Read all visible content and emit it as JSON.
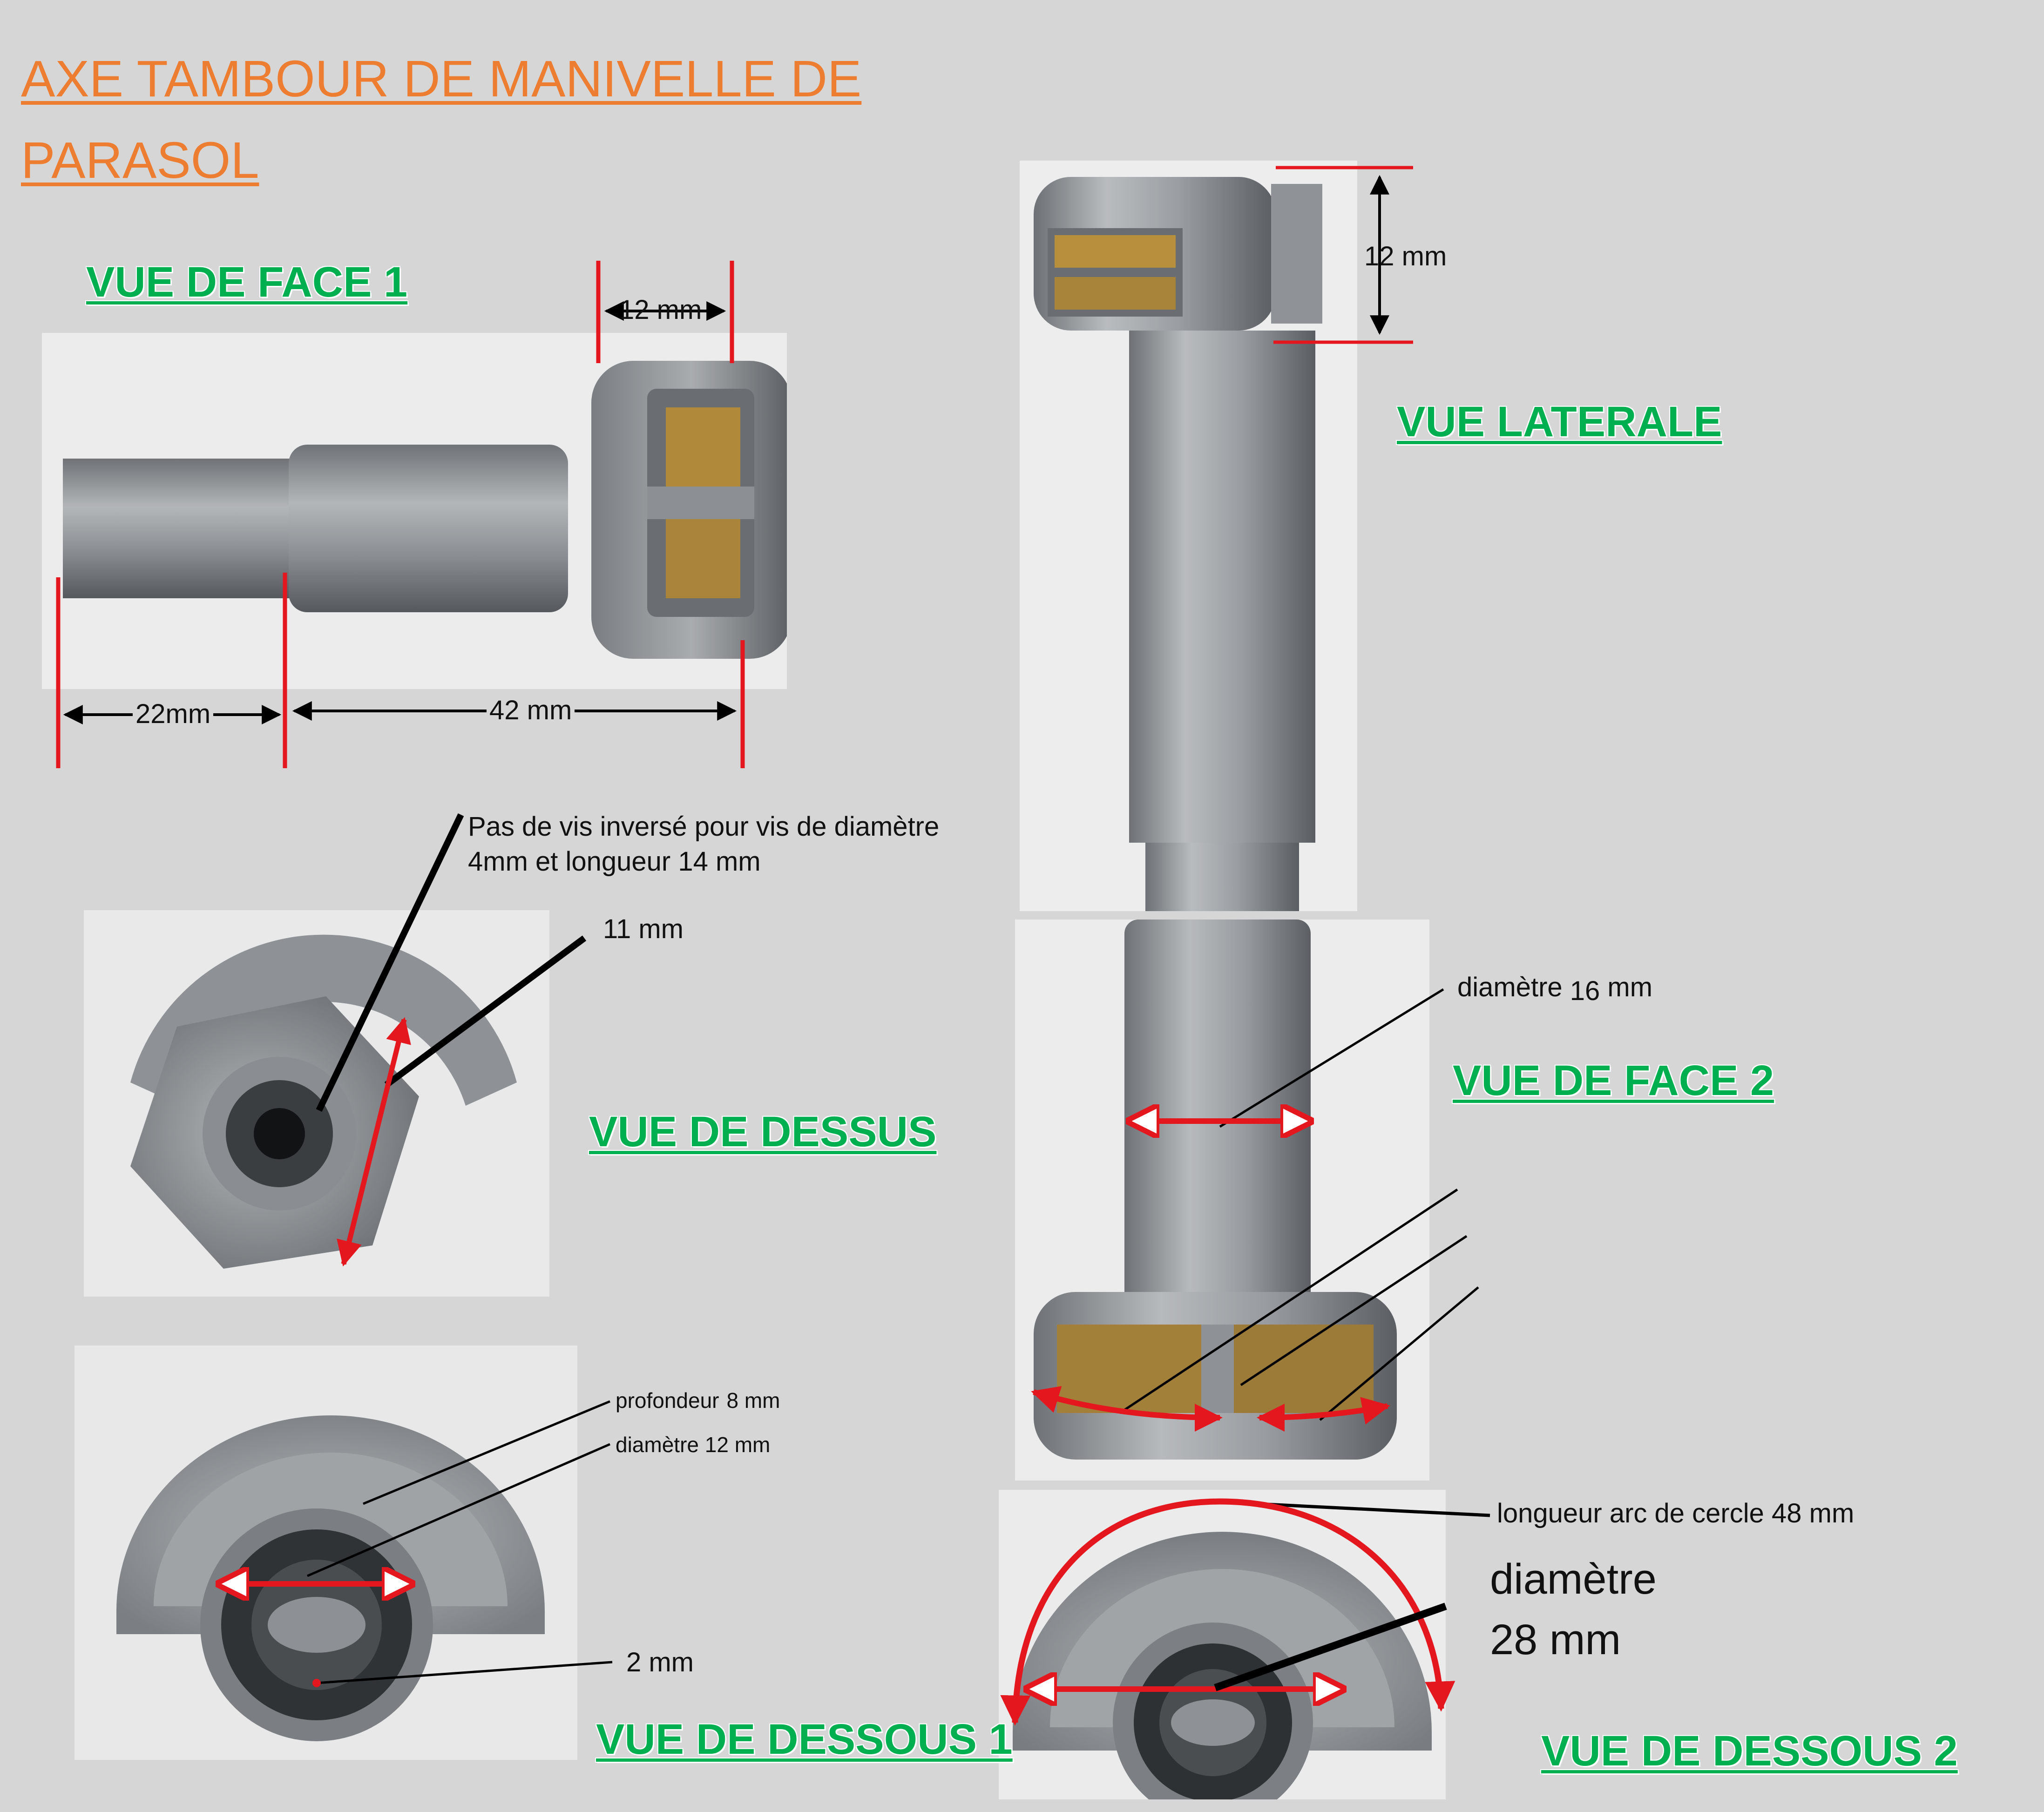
{
  "title": {
    "line1": "AXE TAMBOUR DE MANIVELLE DE",
    "line2": "PARASOL"
  },
  "views": {
    "face1": "VUE DE FACE 1",
    "laterale": "VUE LATERALE",
    "dessus": "VUE DE DESSUS",
    "face2": "VUE DE FACE 2",
    "dessous1": "VUE DE DESSOUS 1",
    "dessous2": "VUE DE DESSOUS 2"
  },
  "dimensions": {
    "face1_width": "12 mm",
    "face1_left": "22mm",
    "face1_right": "42 mm",
    "laterale_height": "12 mm",
    "thread_line1": "Pas de vis inversé pour vis de diamètre",
    "thread_line2": "4mm et longueur 14 mm",
    "hex": "11 mm",
    "shaft_diameter_word": "diamètre",
    "shaft_diameter_num": "16",
    "shaft_diameter_unit": "mm",
    "depth_word": "profondeur",
    "depth_value": "8 mm",
    "bore_diameter": "diamètre 12 mm",
    "rim": "2 mm",
    "arc_length": "longueur arc de cercle 48 mm",
    "outer_diameter_line1": "diamètre",
    "outer_diameter_line2": "28 mm"
  },
  "colors": {
    "title": "#ed7d31",
    "view_label": "#00b050",
    "annotation": "#e3171d",
    "leader": "#000000",
    "background": "#d6d6d6"
  }
}
